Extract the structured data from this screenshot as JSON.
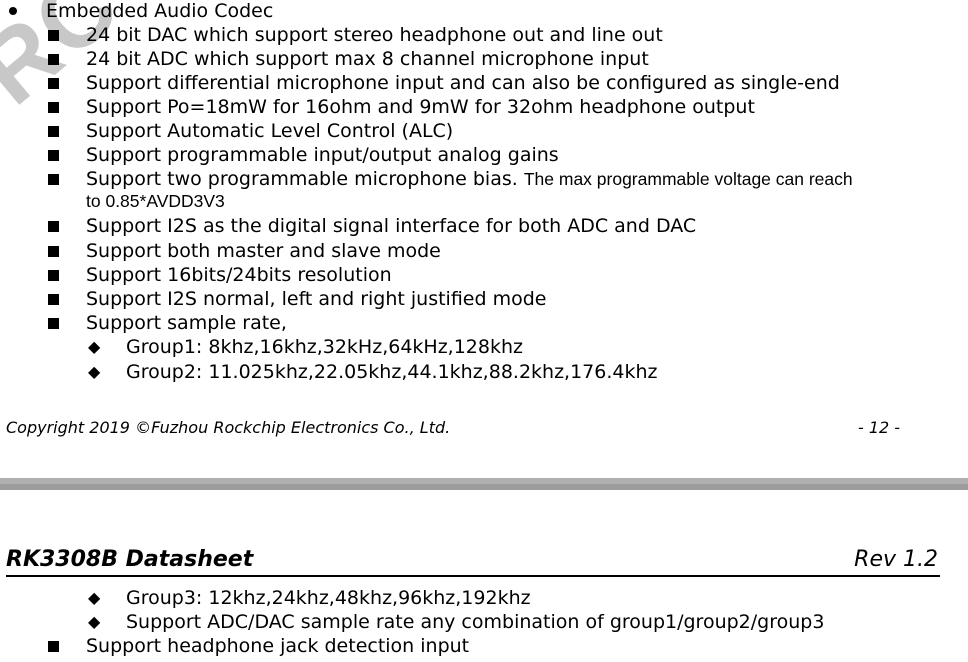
{
  "watermark": "RC",
  "section": {
    "title": "Embedded Audio Codec",
    "items": [
      "24 bit DAC which support stereo headphone out and line out",
      "24 bit ADC which support max 8 channel microphone input",
      "Support differential microphone input and can also be configured as single-end",
      "Support Po=18mW for 16ohm and 9mW for 32ohm headphone output",
      "Support Automatic Level Control (ALC)",
      "Support programmable input/output analog gains"
    ],
    "bias_item_a": "Support two programmable microphone bias.",
    "bias_item_b": "The max programmable voltage can reach",
    "bias_item_cont": "to 0.85*AVDD3V3",
    "items2": [
      "Support I2S as the digital signal interface for both ADC and DAC",
      "Support both master and slave mode",
      "Support 16bits/24bits resolution",
      "Support I2S normal, left and right justified mode",
      "Support sample rate,"
    ],
    "groups": [
      "Group1: 8khz,16khz,32kHz,64kHz,128khz",
      "Group2: 11.025khz,22.05khz,44.1khz,88.2khz,176.4khz"
    ]
  },
  "footer": {
    "copyright": "Copyright 2019 ©Fuzhou Rockchip Electronics Co., Ltd.",
    "page": "- 12 -"
  },
  "header": {
    "title": "RK3308B Datasheet",
    "rev": "Rev 1.2"
  },
  "next_page": {
    "groups": [
      "Group3: 12khz,24khz,48khz,96khz,192khz",
      "Support ADC/DAC sample rate any combination of group1/group2/group3"
    ],
    "item": "Support headphone jack detection input"
  },
  "glyphs": {
    "diamond": "◆"
  }
}
